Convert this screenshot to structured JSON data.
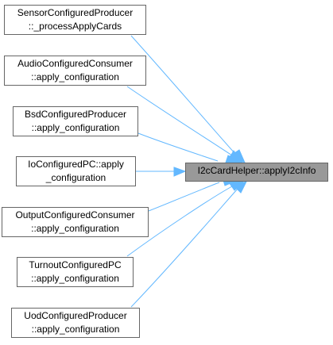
{
  "colors": {
    "edge": "#63b8ff",
    "node_border": "#666666",
    "node_fill": "#ffffff",
    "target_fill": "#999999"
  },
  "target": {
    "label": "I2cCardHelper::applyI2cInfo"
  },
  "callers": [
    {
      "line1": "SensorConfiguredProducer",
      "line2": "::_processApplyCards"
    },
    {
      "line1": "AudioConfiguredConsumer",
      "line2": "::apply_configuration"
    },
    {
      "line1": "BsdConfiguredProducer",
      "line2": "::apply_configuration"
    },
    {
      "line1": "IoConfiguredPC::apply",
      "line2": "_configuration"
    },
    {
      "line1": "OutputConfiguredConsumer",
      "line2": "::apply_configuration"
    },
    {
      "line1": "TurnoutConfiguredPC",
      "line2": "::apply_configuration"
    },
    {
      "line1": "UodConfiguredProducer",
      "line2": "::apply_configuration"
    }
  ]
}
